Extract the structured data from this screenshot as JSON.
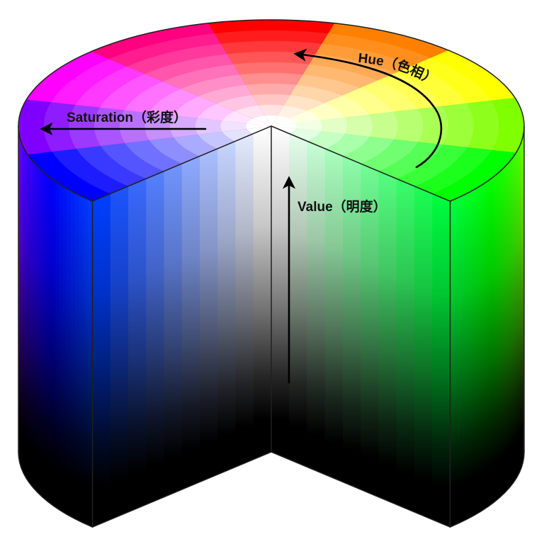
{
  "labels": {
    "hue": "Hue（色相）",
    "saturation": "Saturation（彩度）",
    "value": "Value（明度）"
  },
  "colors": {
    "background": "#ffffff",
    "outline": "#202020",
    "arrow": "#000000",
    "label": "#111111"
  }
}
